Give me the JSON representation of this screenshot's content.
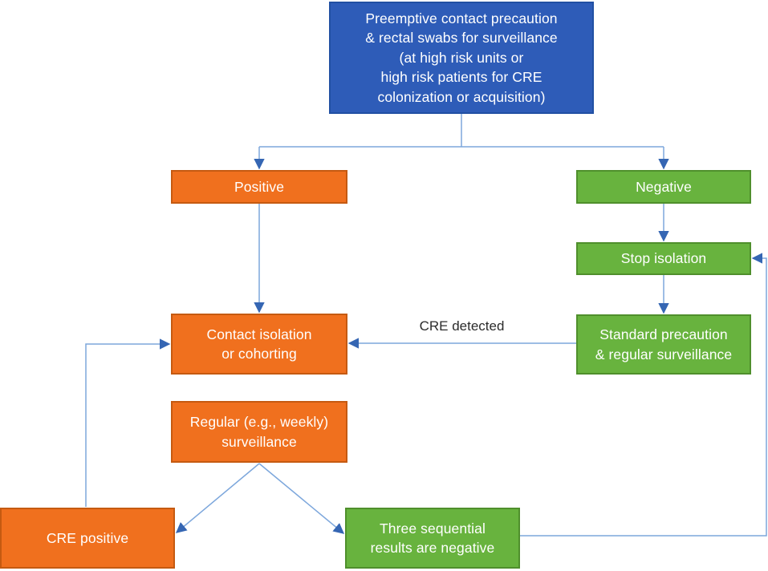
{
  "diagram": {
    "type": "flowchart",
    "subject": "CRE surveillance and isolation protocol",
    "nodes": {
      "preemptive": {
        "label": "Preemptive contact precaution\n& rectal swabs for surveillance\n(at high risk units or\nhigh risk patients for CRE\ncolonization or acquisition)",
        "color": "blue"
      },
      "positive": {
        "label": "Positive",
        "color": "orange"
      },
      "negative": {
        "label": "Negative",
        "color": "green"
      },
      "stop_isolation": {
        "label": "Stop isolation",
        "color": "green"
      },
      "contact_isolation": {
        "label": "Contact isolation\nor cohorting",
        "color": "orange"
      },
      "standard_precaution": {
        "label": "Standard precaution\n& regular surveillance",
        "color": "green"
      },
      "regular_surveillance": {
        "label": "Regular (e.g., weekly)\nsurveillance",
        "color": "orange"
      },
      "cre_positive": {
        "label": "CRE positive",
        "color": "orange"
      },
      "three_sequential": {
        "label": "Three sequential\nresults are negative",
        "color": "green"
      }
    },
    "edge_labels": {
      "cre_detected": "CRE detected"
    },
    "edges": [
      {
        "from": "preemptive",
        "to": "positive"
      },
      {
        "from": "preemptive",
        "to": "negative"
      },
      {
        "from": "positive",
        "to": "contact_isolation"
      },
      {
        "from": "negative",
        "to": "stop_isolation"
      },
      {
        "from": "stop_isolation",
        "to": "standard_precaution"
      },
      {
        "from": "standard_precaution",
        "to": "contact_isolation",
        "label": "CRE detected"
      },
      {
        "from": "regular_surveillance",
        "to": "cre_positive"
      },
      {
        "from": "regular_surveillance",
        "to": "three_sequential"
      },
      {
        "from": "cre_positive",
        "to": "contact_isolation"
      },
      {
        "from": "three_sequential",
        "to": "stop_isolation"
      }
    ],
    "colors": {
      "blue_fill": "#2e5cb8",
      "blue_border": "#2150a3",
      "orange_fill": "#f0701e",
      "orange_border": "#c55a11",
      "green_fill": "#68b33e",
      "green_border": "#4f8f2c",
      "connector_line": "#7da7dc",
      "arrowhead": "#3566b3",
      "node_text": "#ffffff",
      "edge_label_text": "#2b2b2b",
      "background": "#ffffff"
    }
  }
}
